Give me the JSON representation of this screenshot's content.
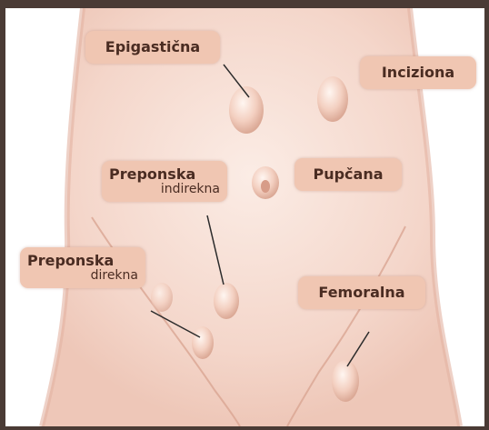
{
  "labels": {
    "epigastric": {
      "main": "Epigastična"
    },
    "incisional": {
      "main": "Inciziona"
    },
    "umbilical": {
      "main": "Pupčana"
    },
    "femoral": {
      "main": "Femoralna"
    },
    "inguinal_indirect": {
      "main": "Preponska",
      "sub": "indirekna"
    },
    "inguinal_direct": {
      "main": "Preponska",
      "sub": "direkna"
    }
  },
  "colors": {
    "label_bg": "#f0c6b2",
    "skin": "#f6ddd2",
    "frame": "#4a3b35",
    "text": "#4a2c22"
  }
}
